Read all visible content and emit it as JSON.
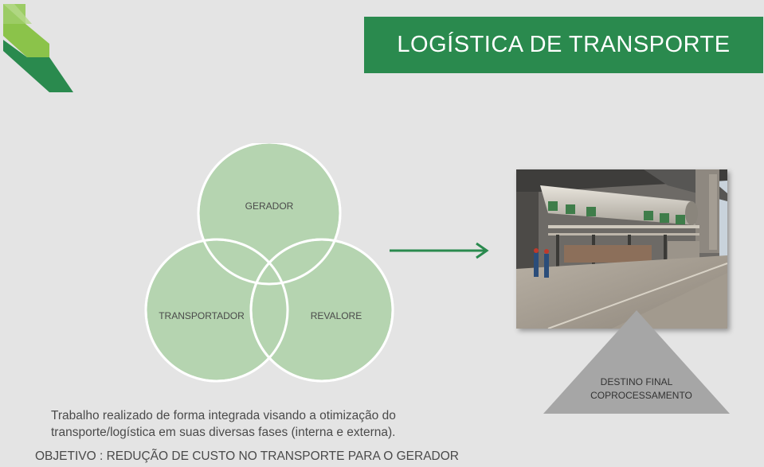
{
  "header": {
    "title": "LOGÍSTICA DE TRANSPORTE"
  },
  "venn": {
    "top_label": "GERADOR",
    "left_label": "TRANSPORTADOR",
    "right_label": "REVALORE"
  },
  "destination": {
    "line1": "DESTINO FINAL",
    "line2": "COPROCESSAMENTO"
  },
  "description": {
    "line1": "Trabalho realizado de forma integrada visando a otimização do",
    "line2": "transporte/logística em suas diversas fases (interna e externa)."
  },
  "objective": "OBJETIVO : REDUÇÃO DE CUSTO NO TRANSPORTE PARA O GERADOR",
  "colors": {
    "title_bar": "#2a8a4e",
    "circle_fill": "#a8d0a2",
    "arrow": "#2a8a4e",
    "triangle": "#a6a6a6"
  }
}
